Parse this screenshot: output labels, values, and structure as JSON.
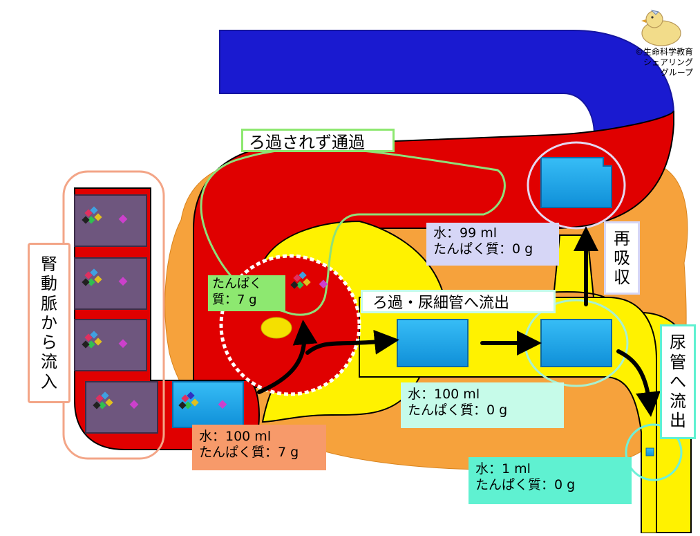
{
  "copyright": {
    "line1": "©生命科学教育",
    "line2": "シェアリング",
    "line3": "グループ"
  },
  "labels": {
    "renal_artery_inflow": [
      "腎",
      "動",
      "脈",
      "か",
      "ら",
      "流",
      "入"
    ],
    "passes_without_filtering": "ろ過されず通過",
    "retained_protein": {
      "line1": "たんぱく",
      "line2": "質：7 g"
    },
    "filtration_outflow": "ろ過・尿細管へ流出",
    "inflow_amount": {
      "line1": "水：100 ml",
      "line2": "たんぱく質：7 g"
    },
    "filtrate_amount": {
      "line1": "水：100 ml",
      "line2": "たんぱく質：0 g"
    },
    "reabsorbed_amount": {
      "line1": "水：99 ml",
      "line2": "たんぱく質：0 g"
    },
    "reabsorption": [
      "再",
      "吸",
      "収"
    ],
    "to_ureter": [
      "尿",
      "管",
      "へ",
      "流",
      "出"
    ],
    "urine_amount": {
      "line1": "水：1 ml",
      "line2": "たんぱく質：0 g"
    }
  },
  "colors": {
    "artery_red": "#e00000",
    "vein_blue": "#1a1ad0",
    "kidney_orange": "#f6a23c",
    "tubule_yellow": "#fff200",
    "water_block_blue": "#18a8ec",
    "blood_block_purple": "#6e567e",
    "label_orange_bg": "#f79a6a",
    "label_green_bg": "#8de870",
    "label_lavender_bg": "#d6d6f6",
    "label_mint_bg": "#c6fbe9",
    "label_aqua_bg": "#5ff1d1"
  }
}
